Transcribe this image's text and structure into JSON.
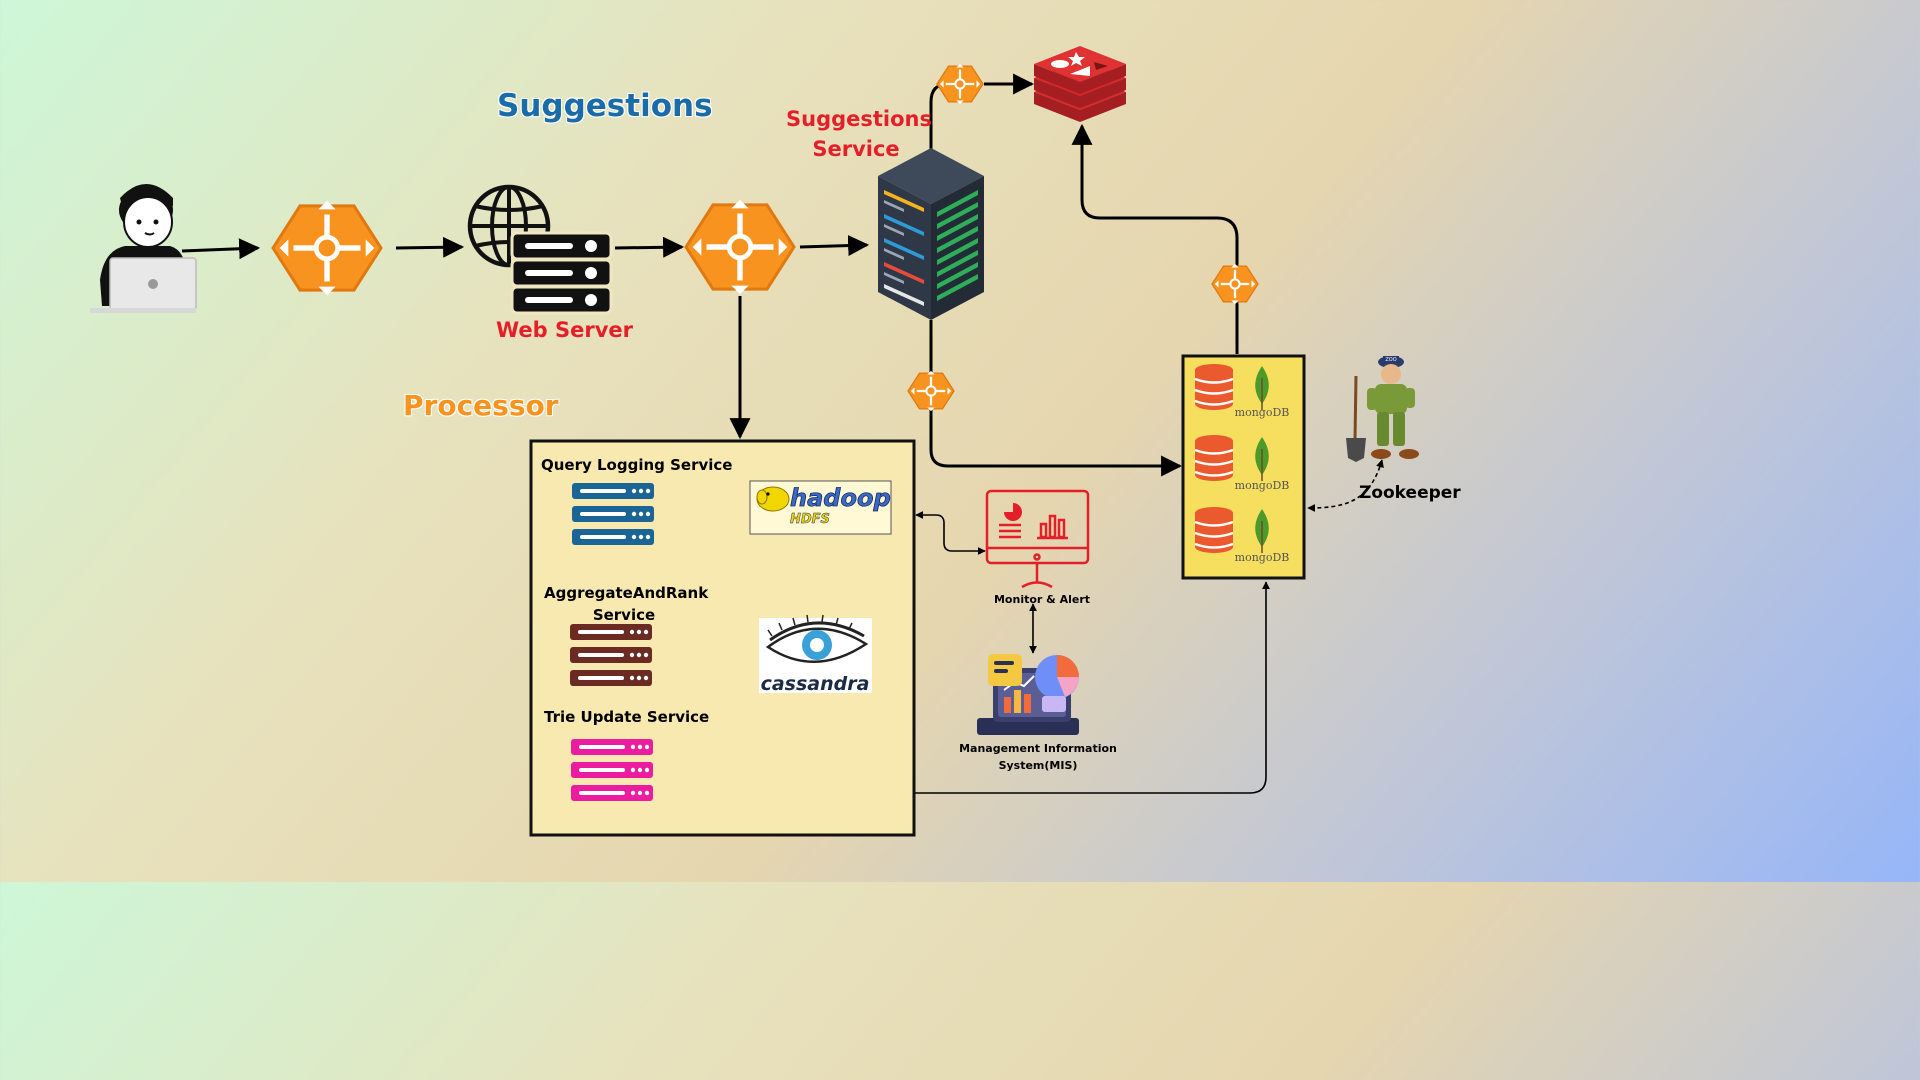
{
  "labels": {
    "suggestions_title": "Suggestions",
    "suggestions_service_line1": "Suggestions",
    "suggestions_service_line2": "Service",
    "web_server": "Web Server",
    "processor": "Processor",
    "query_logging_service": "Query Logging Service",
    "aggregate_rank_line1": "AggregateAndRank",
    "aggregate_rank_line2": "Service",
    "trie_update_service": "Trie Update Service",
    "monitor_alert": "Monitor & Alert",
    "mis_line1": "Management Information",
    "mis_line2": "System(MIS)",
    "zookeeper": "Zookeeper"
  },
  "logos": {
    "hadoop": "hadoop",
    "hadoop_sub": "HDFS",
    "cassandra": "cassandra",
    "mongodb": "mongoDB",
    "zoo_cap": "ZOO"
  },
  "colors": {
    "load_balancer": "#f7931e",
    "suggestions_title": "#1a6ca8",
    "red_label": "#e3202a",
    "processor_label": "#f7931e",
    "processor_box": "#f7e9b0",
    "mongo_box": "#f6df5e",
    "redis": "#d6272a",
    "query_servers": "#1a6595",
    "aggregate_servers": "#6b2a22",
    "trie_servers": "#ec1ca0",
    "monitor": "#e3202a"
  },
  "icons": {
    "user": "user-with-laptop-icon",
    "load_balancer": "load-balancer-icon",
    "web_server": "globe-server-icon",
    "rack": "server-rack-icon",
    "redis": "redis-cache-icon",
    "mongodb": "mongodb-icon",
    "hadoop": "hadoop-hdfs-icon",
    "cassandra": "cassandra-icon",
    "monitor": "monitor-alert-icon",
    "mis": "mis-dashboard-icon",
    "zookeeper": "zookeeper-icon"
  }
}
